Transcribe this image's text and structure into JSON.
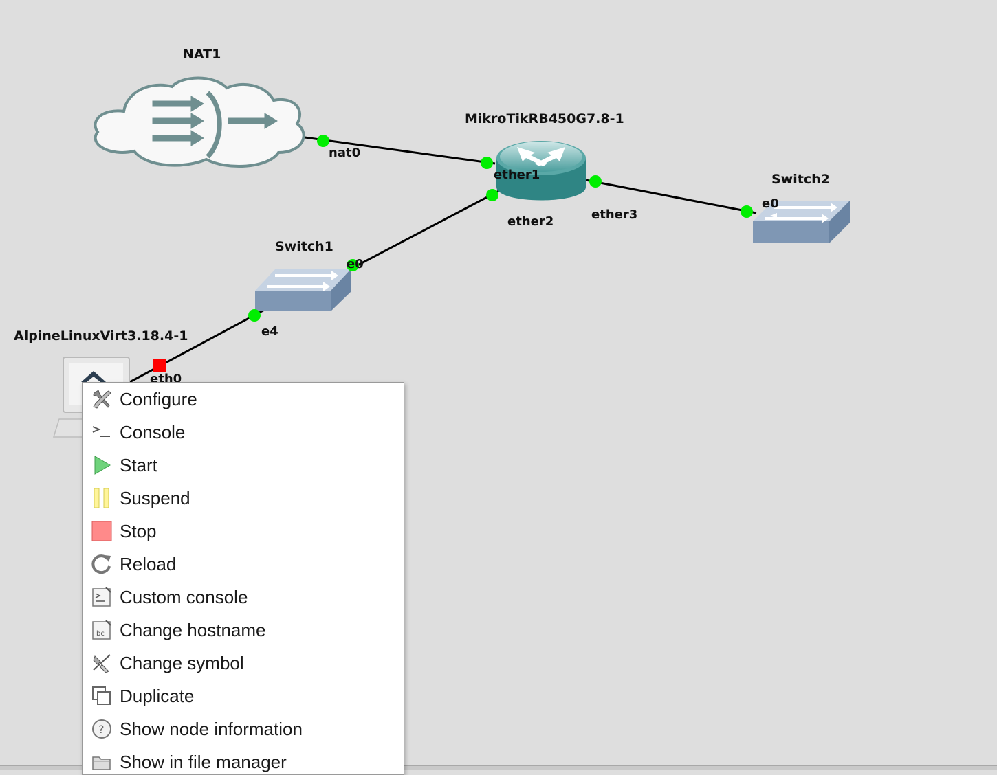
{
  "nodes": {
    "nat1": {
      "label": "NAT1",
      "icon": "nat-cloud-icon"
    },
    "router": {
      "label": "MikroTikRB450G7.8-1",
      "icon": "router-icon"
    },
    "switch1": {
      "label": "Switch1",
      "icon": "switch-icon"
    },
    "switch2": {
      "label": "Switch2",
      "icon": "switch-icon"
    },
    "alpine": {
      "label": "AlpineLinuxVirt3.18.4-1",
      "icon": "computer-icon"
    }
  },
  "ports": {
    "nat0": "nat0",
    "ether1": "ether1",
    "ether2": "ether2",
    "ether3": "ether3",
    "switch2_e0": "e0",
    "switch1_e0": "e0",
    "switch1_e4": "e4",
    "alpine_eth0": "eth0"
  },
  "link_status_colors": {
    "up": "#00ee00",
    "down": "#ff0000"
  },
  "context_menu": {
    "items": [
      {
        "label": "Configure",
        "icon": "wrench-screwdriver-icon"
      },
      {
        "label": "Console",
        "icon": "terminal-icon"
      },
      {
        "label": "Start",
        "icon": "play-icon"
      },
      {
        "label": "Suspend",
        "icon": "pause-icon"
      },
      {
        "label": "Stop",
        "icon": "stop-icon"
      },
      {
        "label": "Reload",
        "icon": "reload-icon"
      },
      {
        "label": "Custom console",
        "icon": "custom-console-icon"
      },
      {
        "label": "Change hostname",
        "icon": "hostname-icon"
      },
      {
        "label": "Change symbol",
        "icon": "symbol-icon"
      },
      {
        "label": "Duplicate",
        "icon": "duplicate-icon"
      },
      {
        "label": "Show node information",
        "icon": "info-icon"
      },
      {
        "label": "Show in file manager",
        "icon": "folder-icon"
      }
    ]
  }
}
